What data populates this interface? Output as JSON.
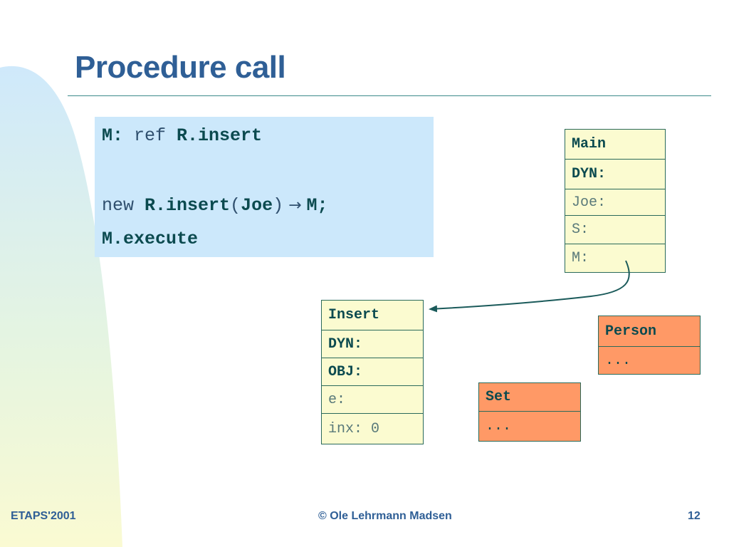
{
  "slide": {
    "title": "Procedure call",
    "colors": {
      "title": "#2f5f96",
      "code_background": "#cce8fb",
      "object_frame": "#fbfbd0",
      "class_frame": "#ff9966",
      "wave_top": "#cfe9fb",
      "wave_bottom": "#fafad2"
    }
  },
  "code": {
    "line1": {
      "m": "M:",
      "ref": " ref ",
      "target": "R.insert"
    },
    "line2": {
      "new": "new ",
      "call": "R.insert",
      "paren_open": "(",
      "arg": "Joe",
      "paren_close": ")",
      "arrow": " → ",
      "assign": "M;"
    },
    "line3": {
      "exec": "M.execute"
    }
  },
  "frames": {
    "main": {
      "header": "Main",
      "fields": [
        {
          "label": "DYN:",
          "bold": true
        },
        {
          "label": "Joe:",
          "bold": false
        },
        {
          "label": "S:",
          "bold": false
        },
        {
          "label": "M:",
          "bold": false
        }
      ]
    },
    "insert": {
      "header": "Insert",
      "fields": [
        {
          "label": "DYN:",
          "bold": true
        },
        {
          "label": "OBJ:",
          "bold": true
        },
        {
          "label": "e:",
          "bold": false
        },
        {
          "label": "inx: 0",
          "bold": false
        }
      ]
    },
    "person": {
      "header": "Person",
      "body": "..."
    },
    "set": {
      "header": "Set",
      "body": "..."
    }
  },
  "footer": {
    "left": "ETAPS'2001",
    "center": "© Ole Lehrmann Madsen",
    "page": "12"
  }
}
